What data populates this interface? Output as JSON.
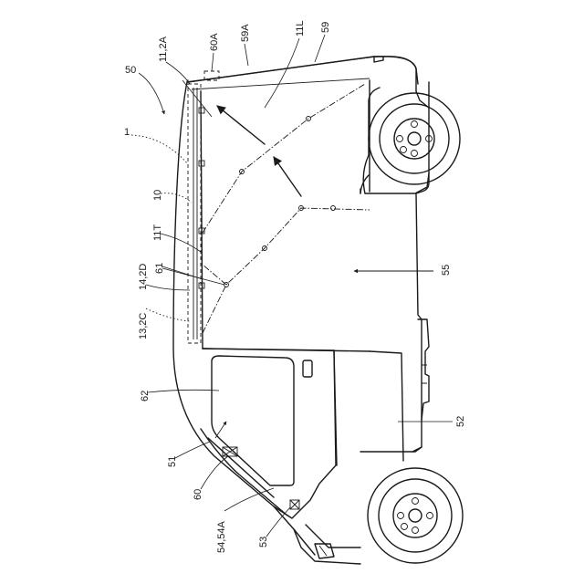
{
  "labels": {
    "l50": "50",
    "l1": "1",
    "l11_2A": "11,2A",
    "l60A": "60A",
    "l59A": "59A",
    "l11L": "11L",
    "l59": "59",
    "l10": "10",
    "l11T": "11T",
    "l14_2D": "14,2D",
    "l61": "61",
    "l13_2C": "13,2C",
    "l55": "55",
    "l62": "62",
    "l52": "52",
    "l51": "51",
    "l60": "60",
    "l54_54A": "54,54A",
    "l53": "53"
  }
}
